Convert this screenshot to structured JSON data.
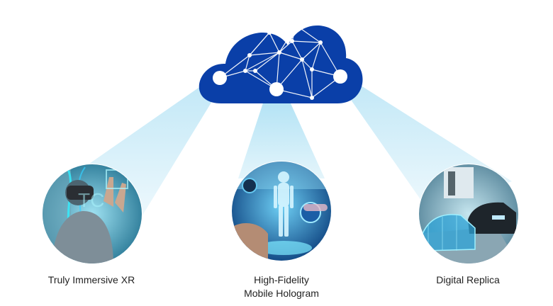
{
  "cloud": {
    "icon": "cloud-network-icon",
    "fill_color": "#0a3fa8",
    "node_color": "#ffffff"
  },
  "beams": {
    "color": "#8fd3ef"
  },
  "items": [
    {
      "id": "xr",
      "icon": "vr-headset-icon",
      "label_lines": [
        "Truly Immersive XR"
      ],
      "tint": "#48b8d8"
    },
    {
      "id": "hologram",
      "icon": "hologram-body-icon",
      "label_lines": [
        "High-Fidelity",
        "Mobile Hologram"
      ],
      "tint": "#2a8fd0"
    },
    {
      "id": "replica",
      "icon": "digital-car-icon",
      "label_lines": [
        "Digital Replica"
      ],
      "tint": "#5fb6d6"
    }
  ]
}
